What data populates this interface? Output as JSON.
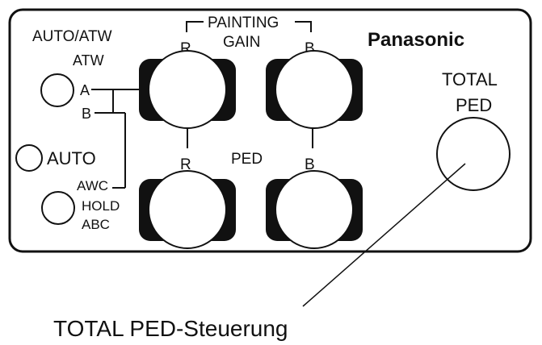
{
  "panel": {
    "brand": "Panasonic",
    "auto_atw_title": "AUTO/ATW",
    "atw_label": "ATW",
    "a_label": "A",
    "b_label": "B",
    "auto_label": "AUTO",
    "awc_label": "AWC",
    "hold_label": "HOLD",
    "abc_label": "ABC",
    "painting_label": "PAINTING",
    "gain_label": "GAIN",
    "ped_label": "PED",
    "r_top": "R",
    "b_top": "B",
    "r_bottom": "R",
    "b_bottom": "B",
    "total_line1": "TOTAL",
    "total_line2": "PED"
  },
  "callout": {
    "text": "TOTAL PED-Steuerung"
  }
}
